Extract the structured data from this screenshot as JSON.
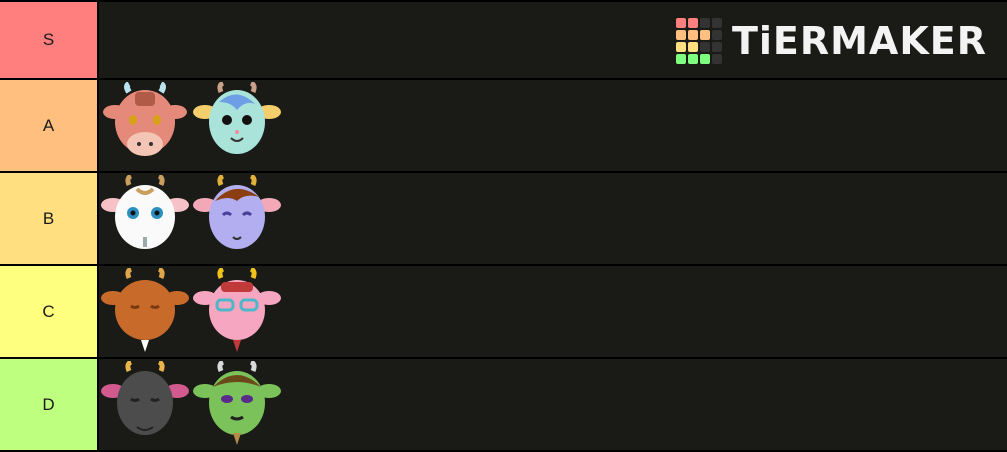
{
  "logo": {
    "text": "TiERMAKER"
  },
  "tiers": [
    {
      "label": "S",
      "color": "#ff7f7f",
      "items": []
    },
    {
      "label": "A",
      "color": "#ffbf7f",
      "items": [
        "cow-face-pink",
        "goat-face-mint"
      ]
    },
    {
      "label": "B",
      "color": "#ffdf80",
      "items": [
        "goat-face-white",
        "goat-face-lavender"
      ]
    },
    {
      "label": "C",
      "color": "#ffff7f",
      "items": [
        "goat-face-orange",
        "goat-face-pink-glasses"
      ]
    },
    {
      "label": "D",
      "color": "#bfff7f",
      "items": [
        "goat-face-gray",
        "goat-face-green"
      ]
    }
  ]
}
